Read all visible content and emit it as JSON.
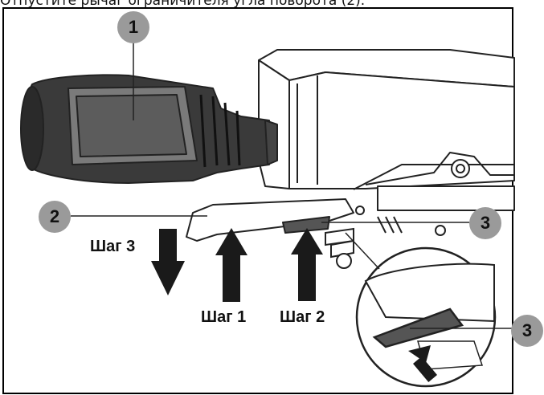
{
  "caption": "Отпустите рычаг ограничителя угла поворота (2).",
  "callouts": [
    "1",
    "2",
    "3",
    "3"
  ],
  "steps": {
    "step1": "Шаг 1",
    "step2": "Шаг 2",
    "step3": "Шаг 3"
  },
  "colors": {
    "callout_fill": "#9a9a9a",
    "lever_fill": "#555555",
    "arrow_fill": "#1a1a1a",
    "line": "#222222"
  }
}
